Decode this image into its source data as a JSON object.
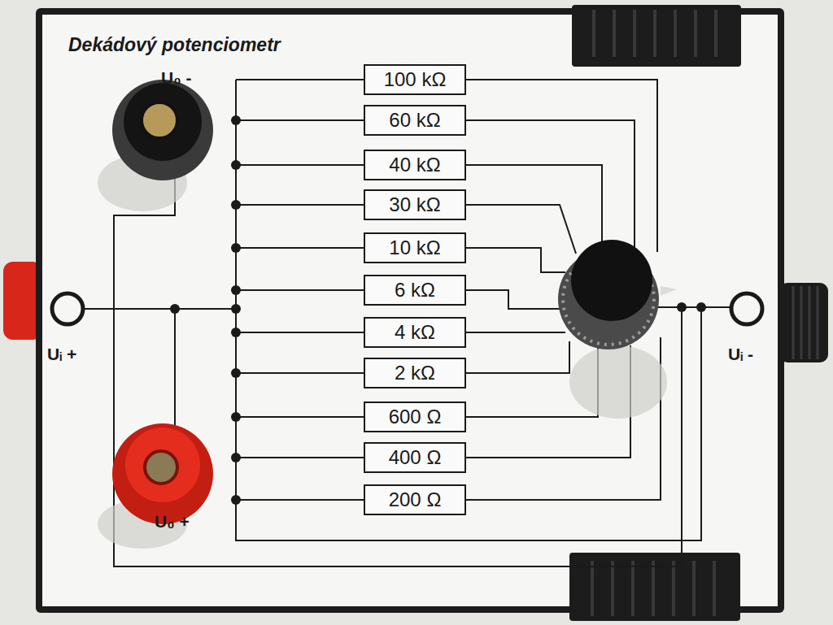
{
  "diagram": {
    "title": "Dekádový potenciometr",
    "nodes": [
      {
        "text": [
          "100 kΩ"
        ]
      },
      {
        "text": [
          "60 kΩ"
        ]
      },
      {
        "text": [
          "40 kΩ"
        ]
      },
      {
        "text": [
          "30 kΩ"
        ]
      },
      {
        "text": [
          "10 kΩ"
        ]
      },
      {
        "text": [
          "6 kΩ"
        ]
      },
      {
        "text": [
          "4 kΩ"
        ]
      },
      {
        "text": [
          "2 kΩ"
        ]
      },
      {
        "text": [
          "600 Ω"
        ]
      },
      {
        "text": [
          "400 Ω"
        ]
      },
      {
        "text": [
          "200 Ω"
        ]
      }
    ],
    "labels": [
      "U₀ -",
      "U₀ +",
      "Uᵢ +",
      "Uᵢ -"
    ]
  }
}
